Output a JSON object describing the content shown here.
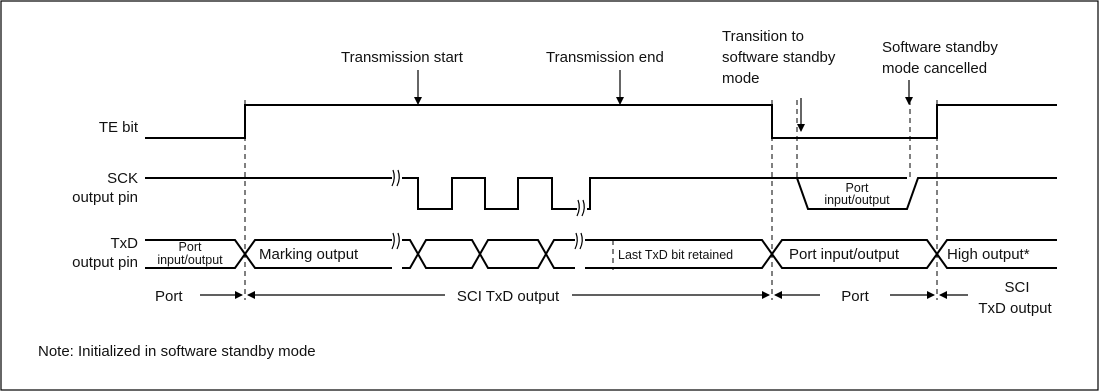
{
  "events": {
    "tx_start": "Transmission start",
    "tx_end": "Transmission end",
    "standby_1": "Transition to",
    "standby_2": "software standby",
    "standby_3": "mode",
    "cancel_1": "Software standby",
    "cancel_2": "mode cancelled"
  },
  "signals": {
    "te": "TE bit",
    "sck_1": "SCK",
    "sck_2": "output pin",
    "txd_1": "TxD",
    "txd_2": "output pin"
  },
  "sck": {
    "port_1": "Port",
    "port_2": "input/output"
  },
  "txd": {
    "port_1": "Port",
    "port_2": "input/output",
    "marking": "Marking output",
    "last_bit": "Last TxD bit retained",
    "port_io": "Port input/output",
    "high": "High output*"
  },
  "phases": {
    "port_left": "Port",
    "sci_txd": "SCI TxD output",
    "port_mid": "Port",
    "sci_1": "SCI",
    "sci_2": "TxD output"
  },
  "note": "Note: Initialized in software standby mode"
}
